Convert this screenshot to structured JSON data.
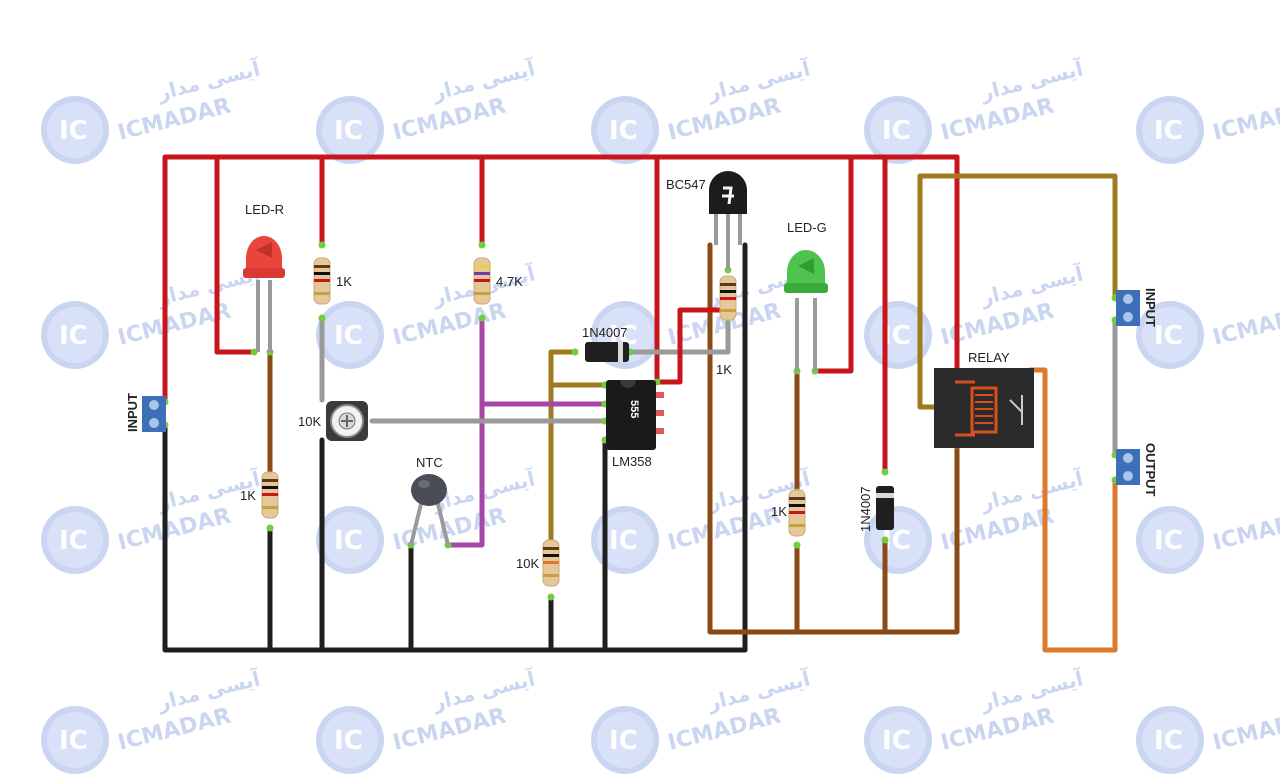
{
  "watermark": {
    "brand": "ICMADAR",
    "brand_fa": "آیسی مدار",
    "logo_text": "IC"
  },
  "labels": {
    "led_r": "LED-R",
    "led_g": "LED-G",
    "r1": "1K",
    "r2": "4.7K",
    "r_base": "1K",
    "r_led_r": "1K",
    "r_led_g": "1K",
    "pot": "10K",
    "r_bias": "10K",
    "ntc": "NTC",
    "transistor": "BC547",
    "diode1": "1N4007",
    "diode2": "1N4007",
    "opamp": "LM358",
    "opamp_marking": "555",
    "relay": "RELAY",
    "input_left": "INPUT",
    "input_right": "INPUT",
    "output": "OUTPUT"
  },
  "colors": {
    "vcc": "#c8141b",
    "gnd": "#1f1f1f",
    "mid": "#8a4a16",
    "gold": "#a07a1e",
    "purple": "#a646a6",
    "orange": "#e07a2a",
    "grey": "#9a9a9a"
  }
}
